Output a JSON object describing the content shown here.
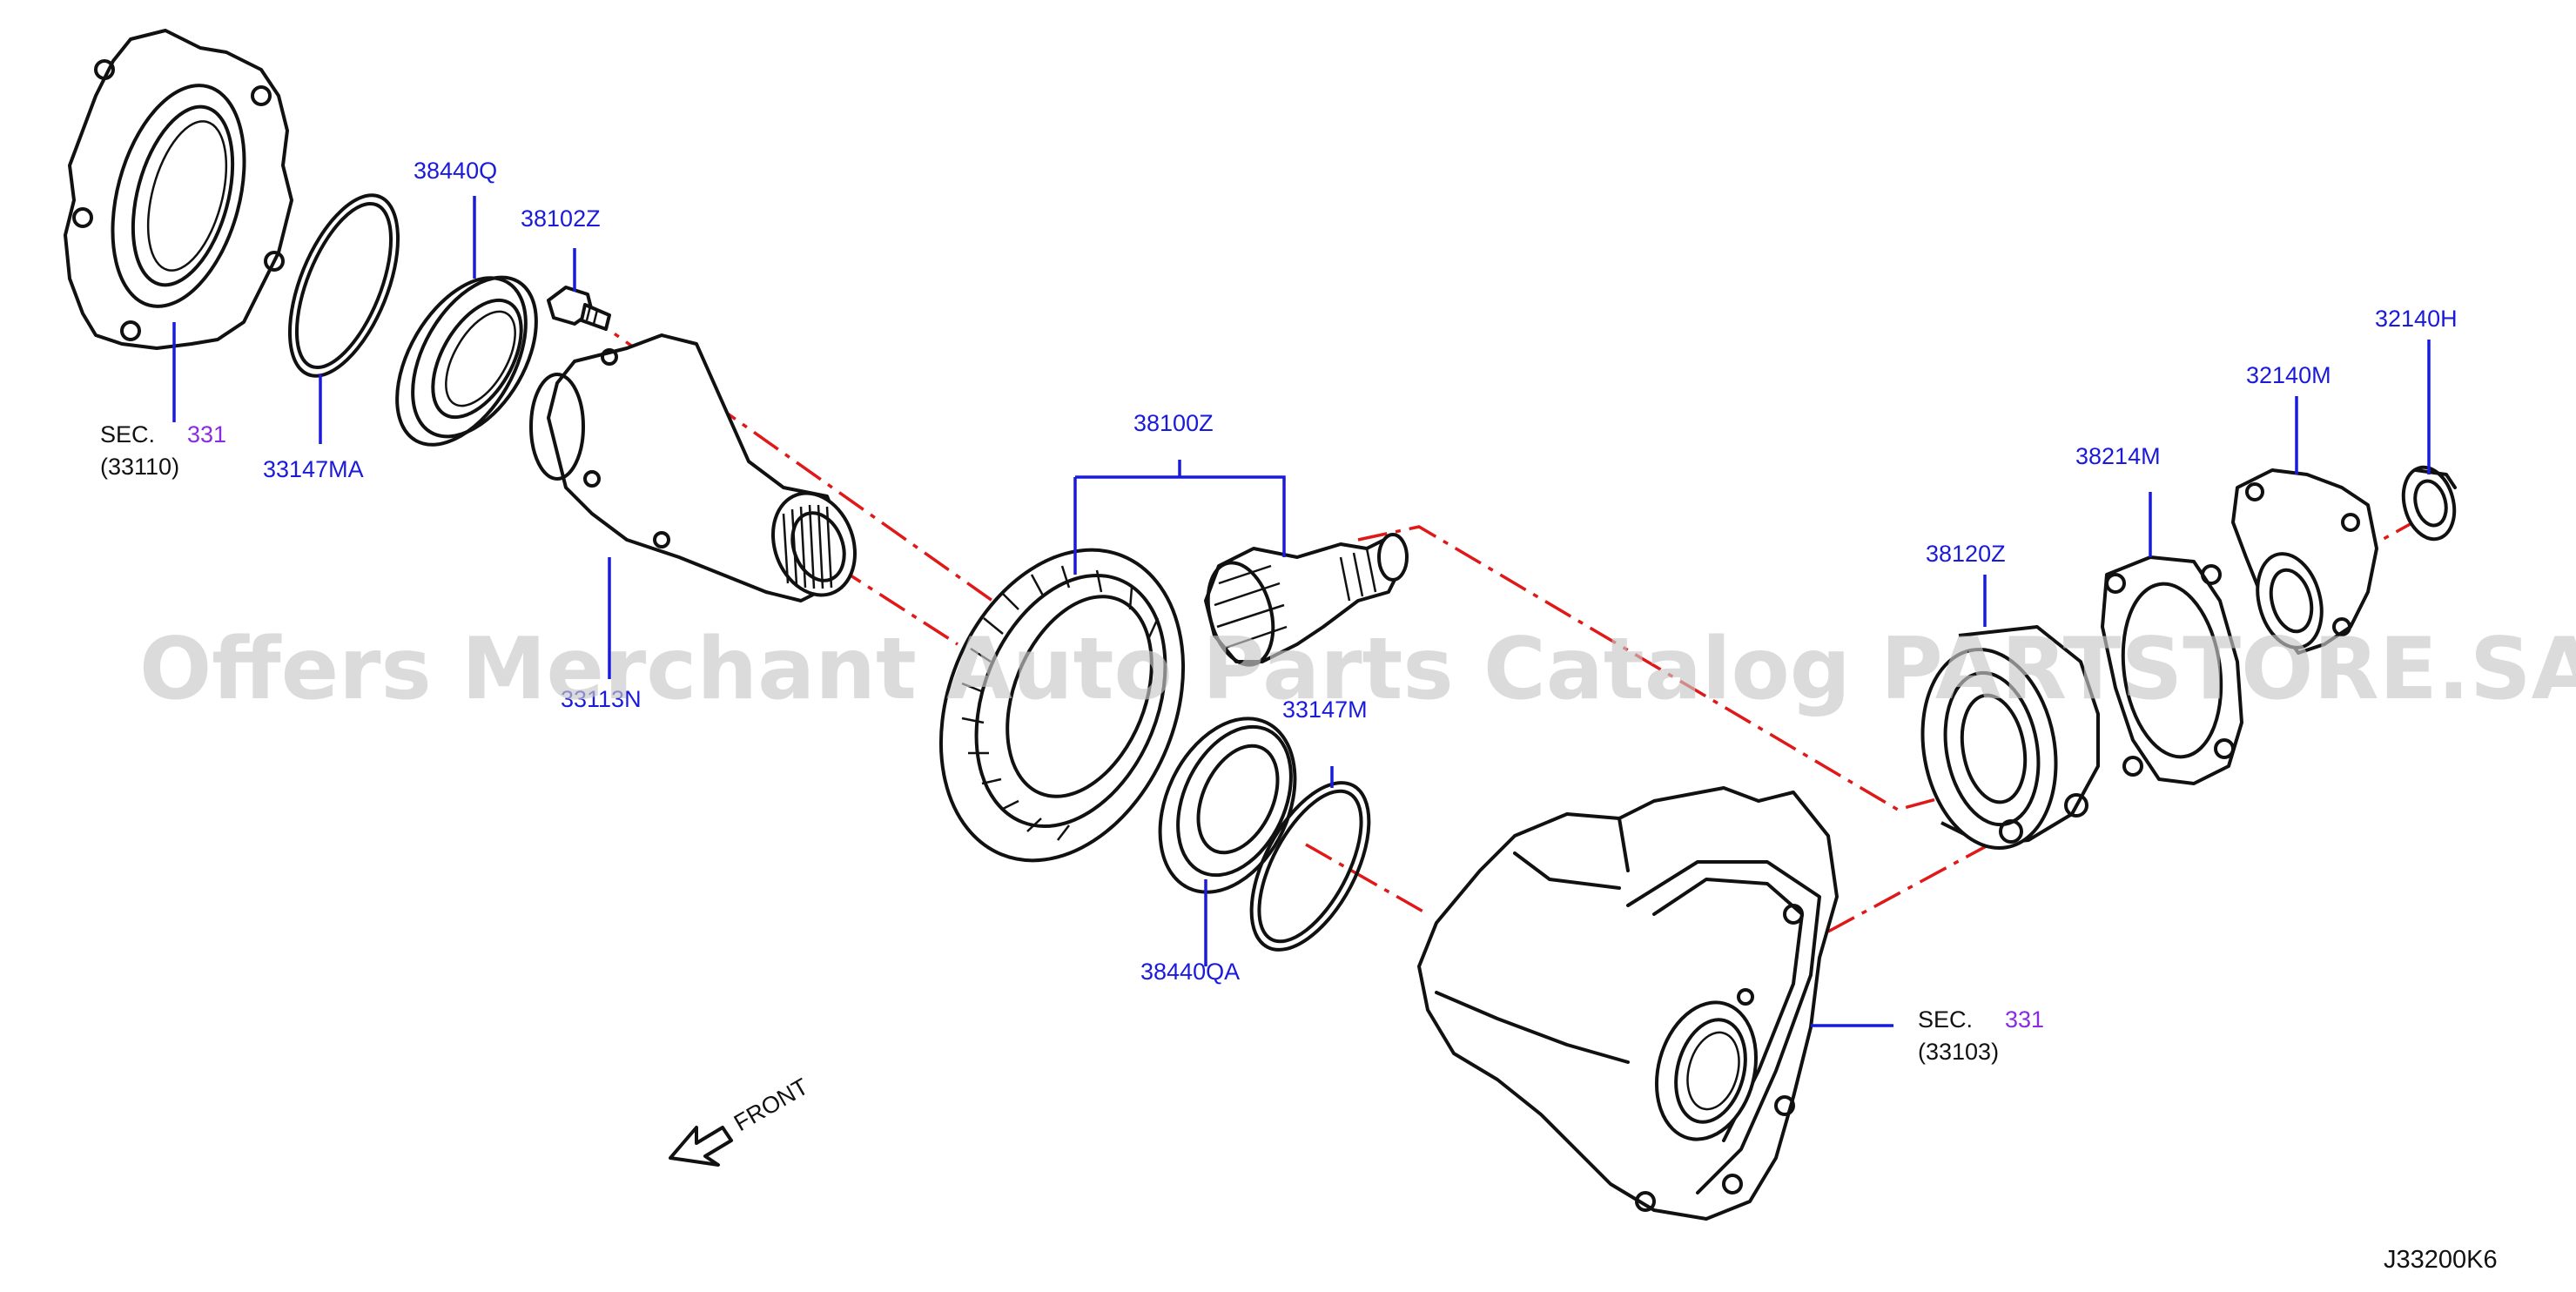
{
  "labels": {
    "p38440Q": "38440Q",
    "p38102Z": "38102Z",
    "p33147MA": "33147MA",
    "p33113N": "33113N",
    "p38100Z": "38100Z",
    "p33147M": "33147M",
    "p38440QA": "38440QA",
    "p38120Z": "38120Z",
    "p38214M": "38214M",
    "p32140M": "32140M",
    "p32140H": "32140H"
  },
  "sec_left": {
    "prefix": "SEC.",
    "num": "331",
    "sub": "(33110)"
  },
  "sec_right": {
    "prefix": "SEC.",
    "num": "331",
    "sub": "(33103)"
  },
  "front_label": "FRONT",
  "diagram_code": "J33200K6",
  "watermark": "Offers Merchant Auto Parts Catalog PARTSTORE.SA",
  "colors": {
    "label": "#1a1adb",
    "section_link": "#8a2be2",
    "centerline": "#e01818",
    "line_art": "#111111"
  }
}
